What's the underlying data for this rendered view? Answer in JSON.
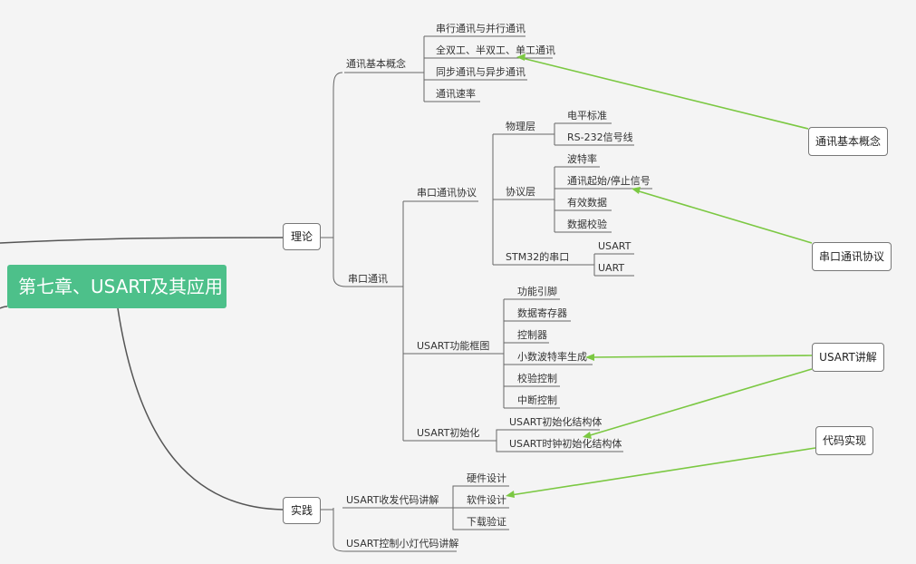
{
  "root": "第七章、USART及其应用",
  "theory": {
    "label": "理论",
    "basic": {
      "label": "通讯基本概念",
      "items": [
        "串行通讯与并行通讯",
        "全双工、半双工、单工通讯",
        "同步通讯与异步通讯",
        "通讯速率"
      ]
    },
    "serial": {
      "label": "串口通讯",
      "protocol": {
        "label": "串口通讯协议",
        "physical": {
          "label": "物理层",
          "items": [
            "电平标准",
            "RS-232信号线"
          ]
        },
        "proto_layer": {
          "label": "协议层",
          "items": [
            "波特率",
            "通讯起始/停止信号",
            "有效数据",
            "数据校验"
          ]
        },
        "stm32": {
          "label": "STM32的串口",
          "items": [
            "USART",
            "UART"
          ]
        }
      },
      "block": {
        "label": "USART功能框图",
        "items": [
          "功能引脚",
          "数据寄存器",
          "控制器",
          "小数波特率生成",
          "校验控制",
          "中断控制"
        ]
      },
      "init": {
        "label": "USART初始化",
        "items": [
          "USART初始化结构体",
          "USART时钟初始化结构体"
        ]
      }
    }
  },
  "practice": {
    "label": "实践",
    "code": {
      "label": "USART收发代码讲解",
      "items": [
        "硬件设计",
        "软件设计",
        "下载验证"
      ]
    },
    "light": {
      "label": "USART控制小灯代码讲解"
    }
  },
  "callouts": [
    "通讯基本概念",
    "串口通讯协议",
    "USART讲解",
    "代码实现"
  ],
  "colors": {
    "root": "#4dc08a",
    "arrow": "#7bc842",
    "line": "#666666"
  }
}
